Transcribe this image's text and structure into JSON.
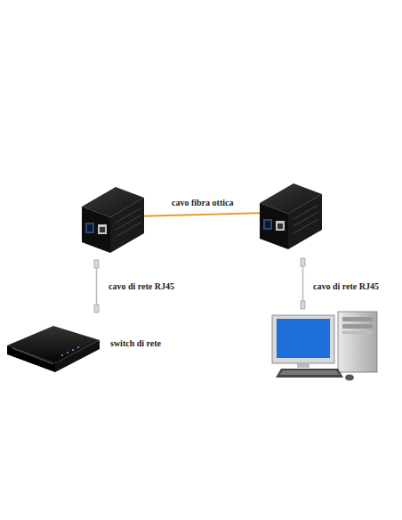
{
  "diagram": {
    "labels": [
      "cavo fibra ottica",
      "cavo di rete RJ45",
      "cavo di rete RJ45",
      "switch di rete"
    ]
  }
}
